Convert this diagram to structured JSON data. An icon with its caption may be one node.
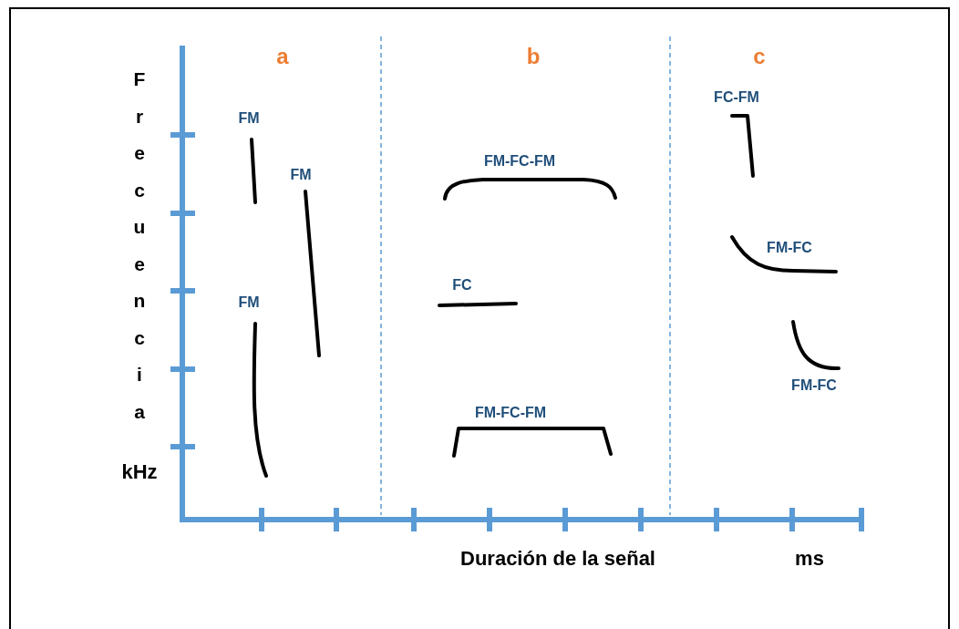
{
  "diagram": {
    "labels": [
      "a",
      "b",
      "c",
      "Frecuencia",
      "FC-FM",
      "FM",
      "FM",
      "FM-FC-FM",
      "FM-FC",
      "FC",
      "FM",
      "FM-FC",
      "FM-FC-FM",
      "kHz",
      "Duración de la señal",
      "ms"
    ]
  }
}
